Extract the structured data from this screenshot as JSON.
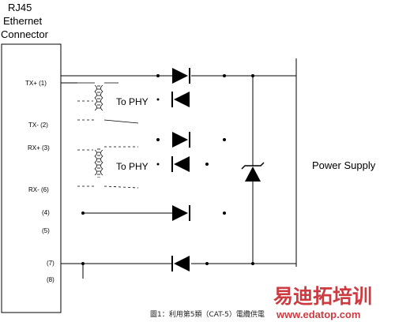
{
  "connector": {
    "title_line1": "RJ45",
    "title_line2": "Ethernet",
    "title_line3": "Connector"
  },
  "pins": {
    "tx_plus": "TX+ (1)",
    "tx_minus": "TX- (2)",
    "rx_plus": "RX+ (3)",
    "rx_minus": "RX- (6)",
    "p4": "(4)",
    "p5": "(5)",
    "p7": "(7)",
    "p8": "(8)"
  },
  "labels": {
    "to_phy_1": "To PHY",
    "to_phy_2": "To PHY",
    "power_supply": "Power Supply"
  },
  "caption": "圖1：利用第5類（CAT-5）電纜供電",
  "watermark": {
    "brand_cn": "易迪拓培训",
    "url": "www.edatop.com"
  },
  "colors": {
    "line": "#000000",
    "watermark": "#c8262d"
  }
}
